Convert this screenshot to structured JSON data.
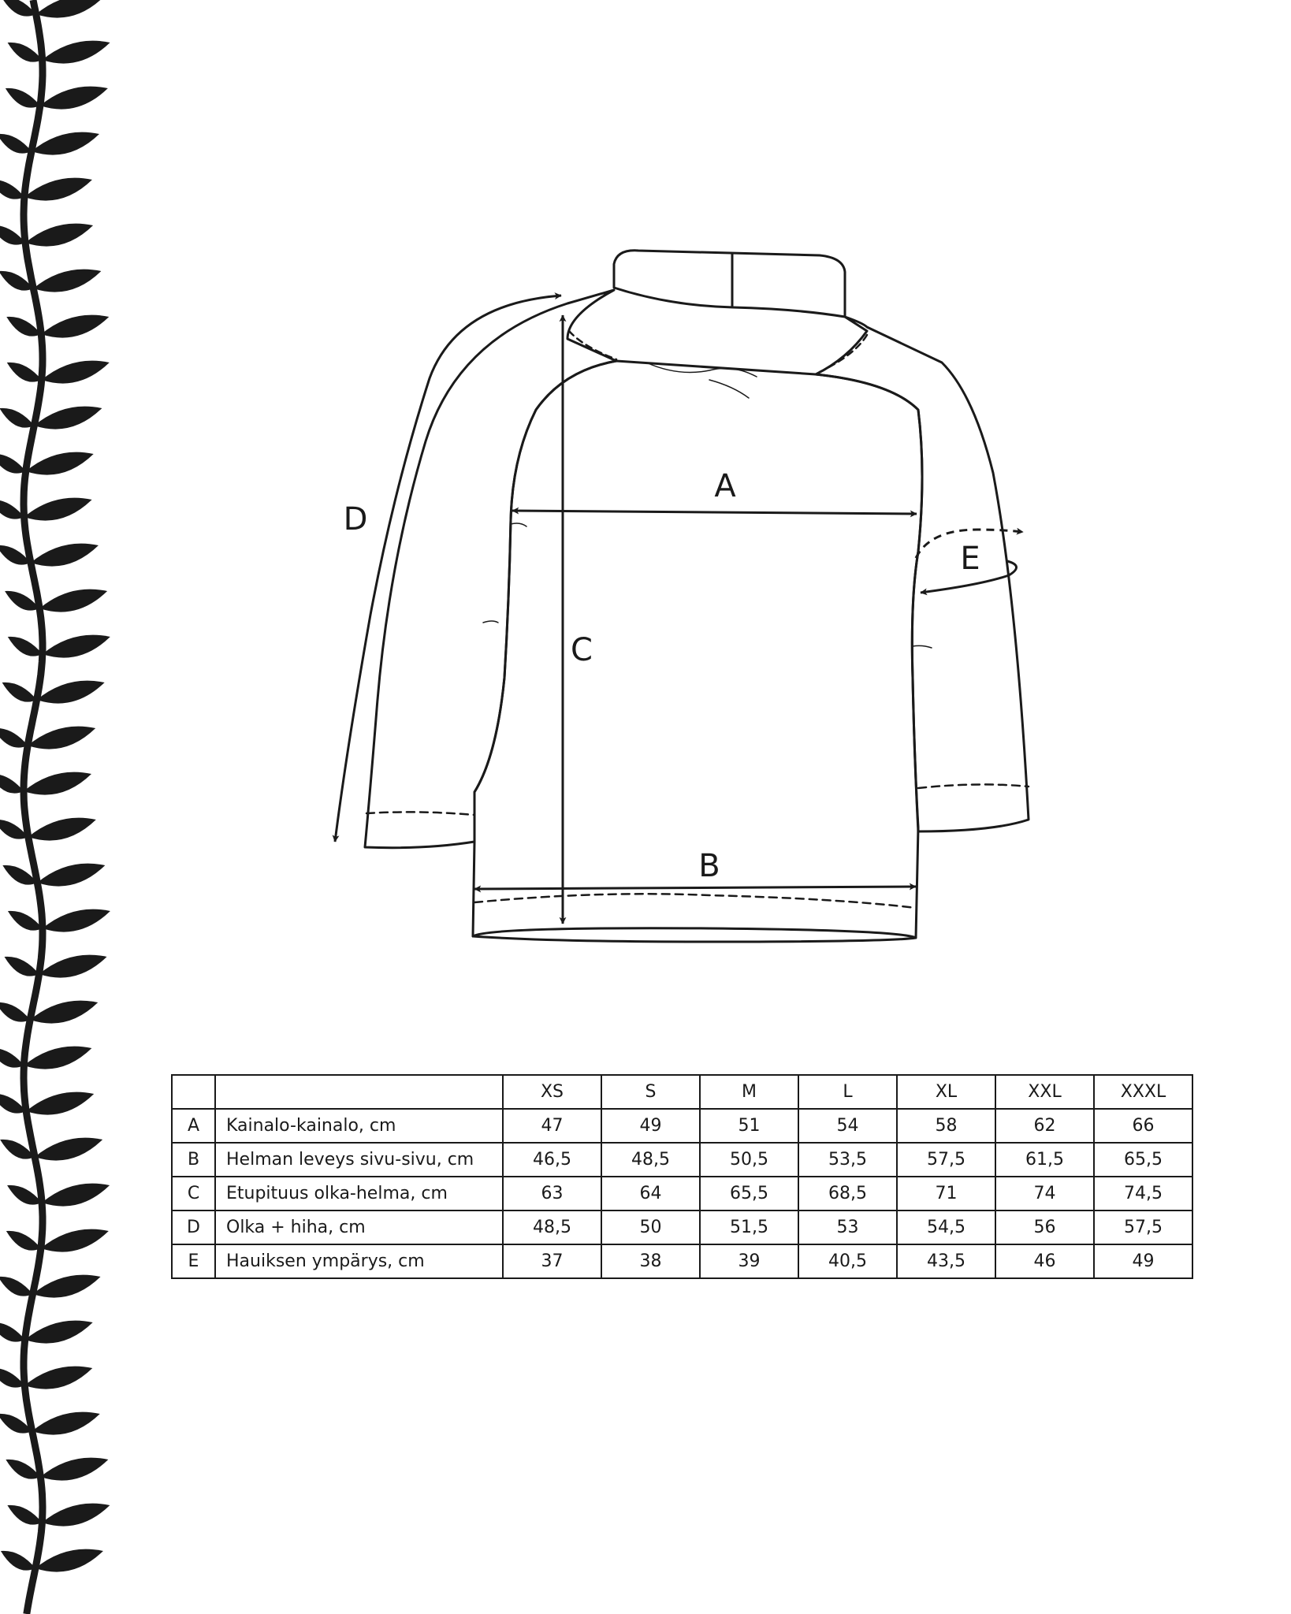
{
  "diagram": {
    "labels": {
      "A": "A",
      "B": "B",
      "C": "C",
      "D": "D",
      "E": "E"
    }
  },
  "size_table": {
    "sizes": [
      "XS",
      "S",
      "M",
      "L",
      "XL",
      "XXL",
      "XXXL"
    ],
    "rows": [
      {
        "key": "A",
        "name": "Kainalo-kainalo, cm",
        "values": [
          "47",
          "49",
          "51",
          "54",
          "58",
          "62",
          "66"
        ]
      },
      {
        "key": "B",
        "name": "Helman leveys sivu-sivu, cm",
        "values": [
          "46,5",
          "48,5",
          "50,5",
          "53,5",
          "57,5",
          "61,5",
          "65,5"
        ]
      },
      {
        "key": "C",
        "name": "Etupituus olka-helma, cm",
        "values": [
          "63",
          "64",
          "65,5",
          "68,5",
          "71",
          "74",
          "74,5"
        ]
      },
      {
        "key": "D",
        "name": "Olka + hiha, cm",
        "values": [
          "48,5",
          "50",
          "51,5",
          "53",
          "54,5",
          "56",
          "57,5"
        ]
      },
      {
        "key": "E",
        "name": "Hauiksen ympärys, cm",
        "values": [
          "37",
          "38",
          "39",
          "40,5",
          "43,5",
          "46",
          "49"
        ]
      }
    ]
  },
  "colors": {
    "ink": "#1a1a1a",
    "background": "#ffffff"
  }
}
